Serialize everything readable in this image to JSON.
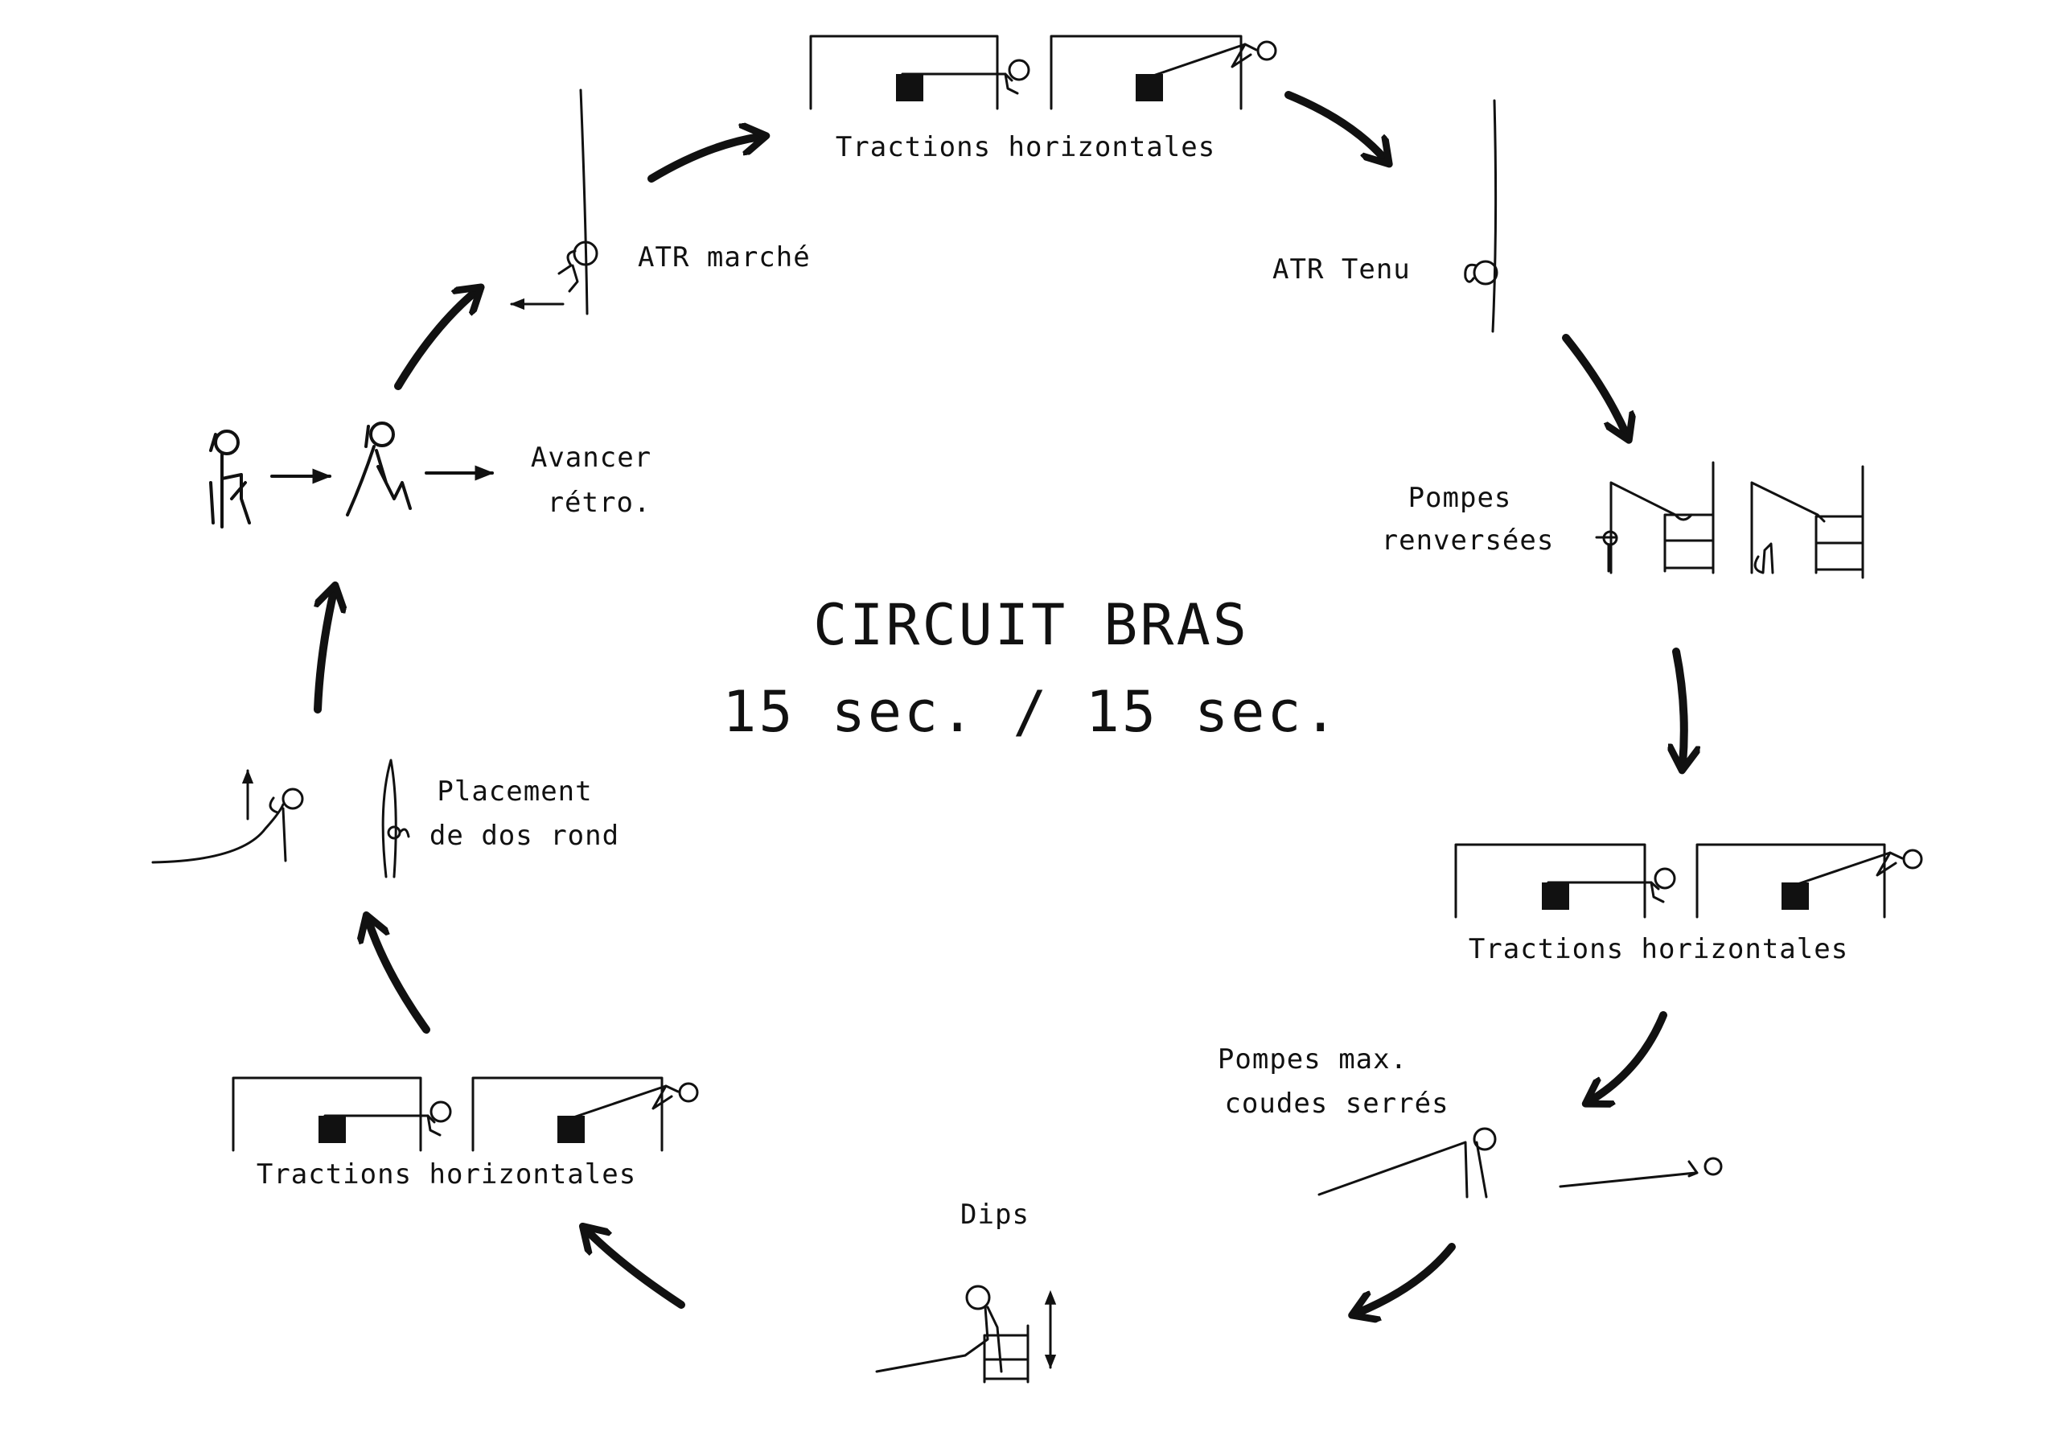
{
  "title": "CIRCUIT BRAS",
  "subtitle": "15 sec. / 15 sec.",
  "stations": {
    "tractions_top": "Tractions horizontales",
    "atr_tenu": "ATR Tenu",
    "pompes_renversees_1": "Pompes",
    "pompes_renversees_2": "renversées",
    "tractions_right": "Tractions horizontales",
    "pompes_max_1": "Pompes max.",
    "pompes_max_2": "coudes serrés",
    "dips": "Dips",
    "tractions_left": "Tractions horizontales",
    "placement_1": "Placement",
    "placement_2": "de dos rond",
    "avancer_1": "Avancer",
    "avancer_2": "rétro.",
    "atr_marche": "ATR marché"
  },
  "colors": {
    "ink": "#111111",
    "background": "#ffffff"
  },
  "icons": [
    "curved-arrow-icon",
    "stick-figure-icon",
    "bar-frame-icon",
    "box-icon",
    "ladder-icon",
    "wall-icon",
    "double-arrow-icon"
  ]
}
